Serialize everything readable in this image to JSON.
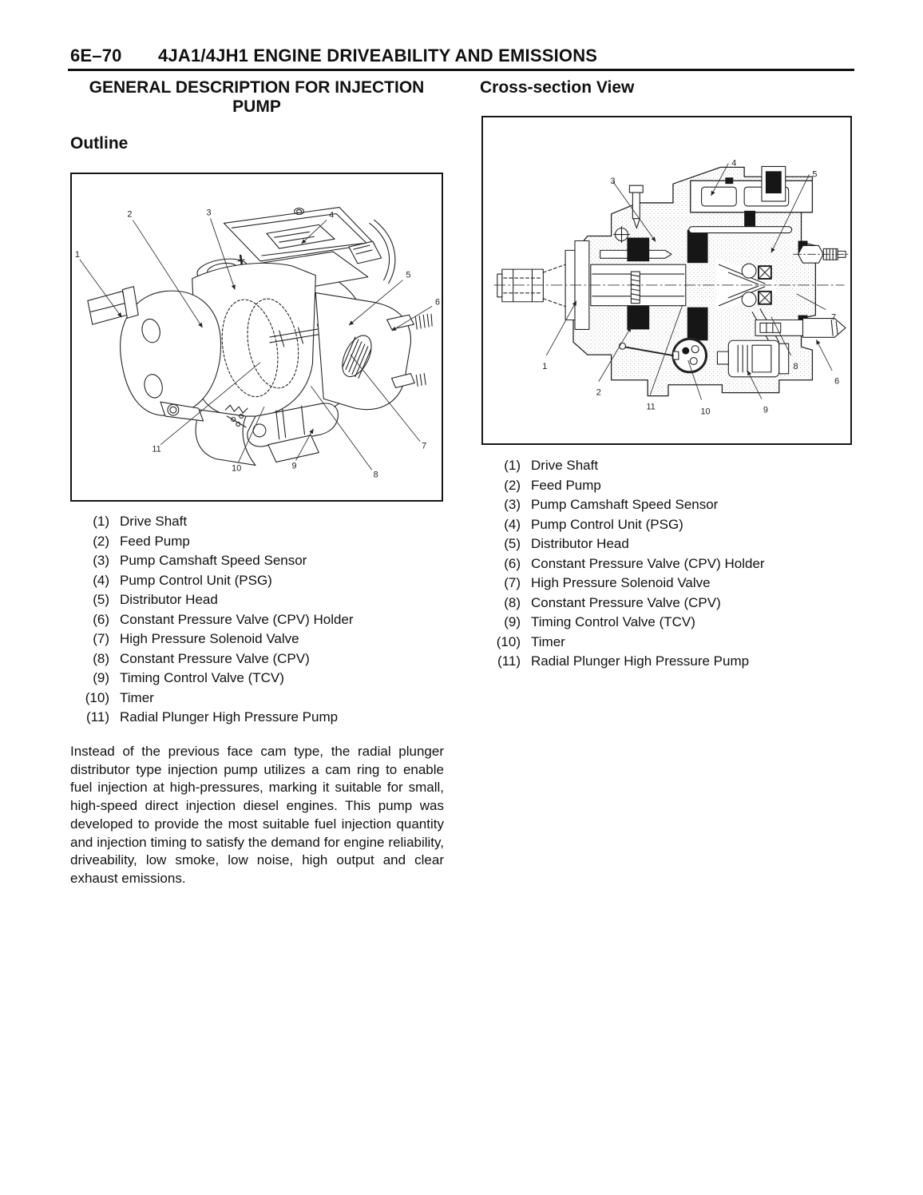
{
  "header": {
    "page_code": "6E–70",
    "title": "4JA1/4JH1 ENGINE DRIVEABILITY AND EMISSIONS"
  },
  "left_section": {
    "title_line1": "GENERAL DESCRIPTION FOR INJECTION",
    "title_line2": "PUMP",
    "subheading": "Outline",
    "figure": {
      "callouts": [
        "1",
        "2",
        "3",
        "4",
        "5",
        "6",
        "7",
        "8",
        "9",
        "10",
        "11"
      ]
    },
    "parts": [
      {
        "num": "(1)",
        "label": "Drive Shaft"
      },
      {
        "num": "(2)",
        "label": "Feed Pump"
      },
      {
        "num": "(3)",
        "label": "Pump Camshaft Speed Sensor"
      },
      {
        "num": "(4)",
        "label": "Pump Control Unit (PSG)"
      },
      {
        "num": "(5)",
        "label": "Distributor Head"
      },
      {
        "num": "(6)",
        "label": "Constant Pressure Valve (CPV) Holder"
      },
      {
        "num": "(7)",
        "label": "High Pressure Solenoid Valve"
      },
      {
        "num": "(8)",
        "label": "Constant Pressure Valve (CPV)"
      },
      {
        "num": "(9)",
        "label": "Timing Control Valve (TCV)"
      },
      {
        "num": "(10)",
        "label": "Timer"
      },
      {
        "num": "(11)",
        "label": "Radial Plunger High Pressure Pump"
      }
    ],
    "paragraph": "Instead of the previous face cam type, the radial plunger distributor type injection pump utilizes a cam ring to enable fuel injection at high-pressures, marking it suitable for small, high-speed direct injection diesel engines. This pump was developed to provide the most suitable fuel injection quantity and injection timing to satisfy the demand for engine reliability, driveability, low smoke, low noise, high output and clear exhaust emissions."
  },
  "right_section": {
    "title": "Cross-section View",
    "figure": {
      "callouts": [
        "1",
        "2",
        "3",
        "4",
        "5",
        "6",
        "7",
        "8",
        "9",
        "10",
        "11"
      ]
    },
    "parts": [
      {
        "num": "(1)",
        "label": "Drive Shaft"
      },
      {
        "num": "(2)",
        "label": "Feed Pump"
      },
      {
        "num": "(3)",
        "label": "Pump Camshaft Speed Sensor"
      },
      {
        "num": "(4)",
        "label": "Pump Control Unit (PSG)"
      },
      {
        "num": "(5)",
        "label": "Distributor Head"
      },
      {
        "num": "(6)",
        "label": "Constant Pressure Valve (CPV) Holder"
      },
      {
        "num": "(7)",
        "label": "High Pressure Solenoid Valve"
      },
      {
        "num": "(8)",
        "label": "Constant Pressure Valve (CPV)"
      },
      {
        "num": "(9)",
        "label": "Timing Control Valve (TCV)"
      },
      {
        "num": "(10)",
        "label": "Timer"
      },
      {
        "num": "(11)",
        "label": "Radial Plunger High Pressure Pump"
      }
    ]
  }
}
